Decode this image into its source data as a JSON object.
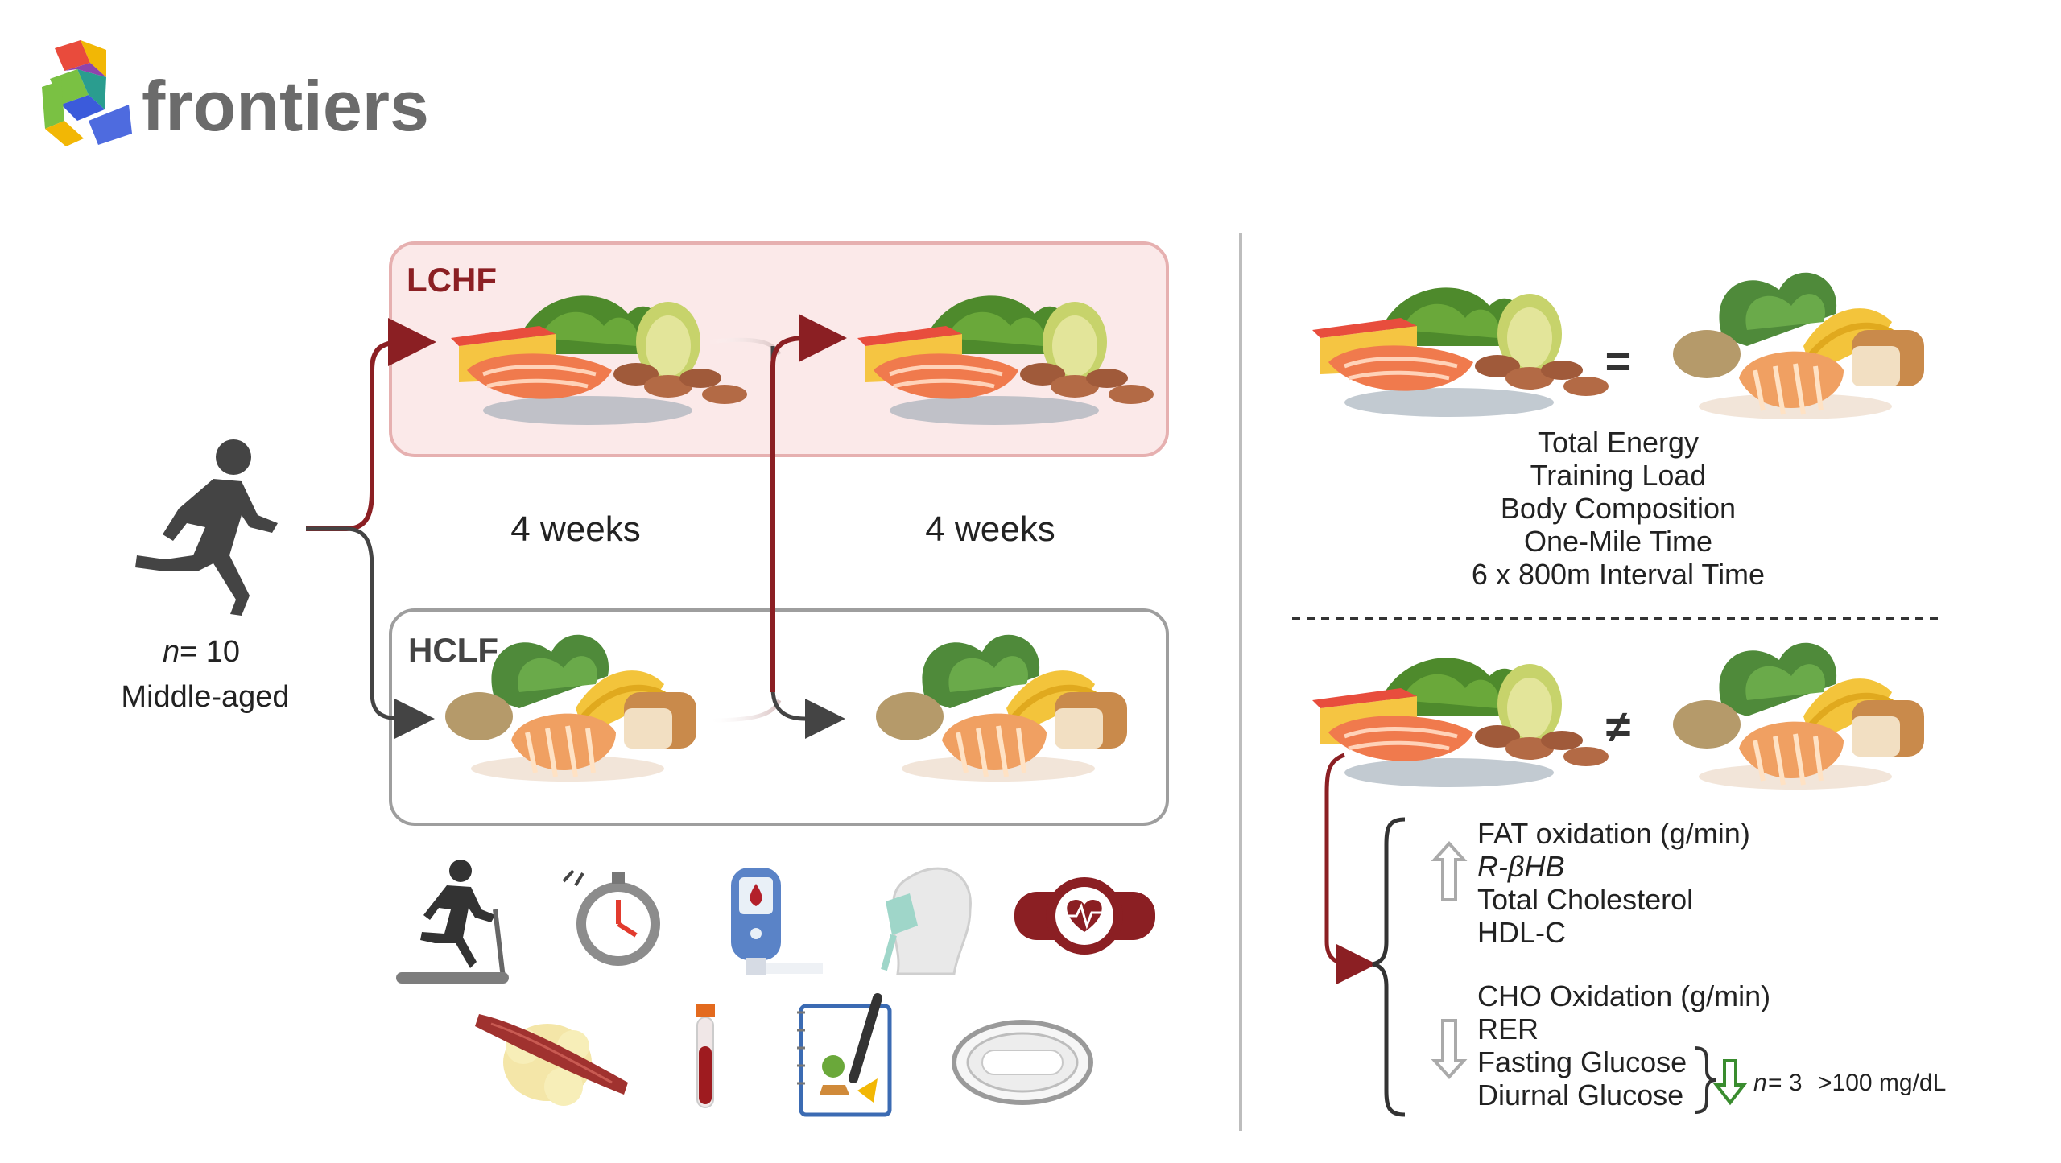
{
  "brand": {
    "wordmark": "frontiers",
    "logo_colors": [
      "#e94b3c",
      "#2a9d8f",
      "#7ac143",
      "#f2b705",
      "#3b5bdb",
      "#8e44ad"
    ]
  },
  "design": {
    "participants_n": "n",
    "participants_count": " = 10",
    "participants_group": "Middle-aged",
    "arm_lchf": "LCHF",
    "arm_hclf": "HCLF",
    "period_1": "4 weeks",
    "period_2": "4 weeks"
  },
  "equal_panel": {
    "symbol": "=",
    "outcomes": [
      "Total Energy",
      "Training Load",
      "Body Composition",
      "One-Mile Time",
      "6 x 800m Interval Time"
    ]
  },
  "different_panel": {
    "symbol": "≠",
    "increased": [
      "FAT oxidation (g/min)",
      "R-βHB",
      "Total Cholesterol",
      "HDL-C"
    ],
    "decreased": [
      "CHO Oxidation (g/min)",
      "RER",
      "Fasting Glucose",
      "Diurnal Glucose"
    ],
    "subgroup_n": "n",
    "subgroup_count": " = 3",
    "subgroup_threshold": ">100 mg/dL"
  },
  "measurements_row1": [
    "treadmill-runner-icon",
    "stopwatch-icon",
    "glucometer-icon",
    "respiratory-mask-icon",
    "heart-rate-watch-icon"
  ],
  "measurements_row2": [
    "muscle-fat-tissue-icon",
    "blood-tube-icon",
    "food-diary-icon",
    "glucose-sensor-icon"
  ],
  "colors": {
    "lchf_border": "#e6b0b0",
    "lchf_fill": "#fbe9e9",
    "lchf_label": "#8b1f23",
    "arrow_red": "#8b1f23",
    "arrow_gray": "#444444",
    "arrow_down_green": "#3a8c2f"
  }
}
